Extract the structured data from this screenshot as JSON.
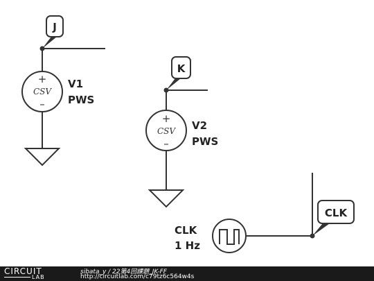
{
  "schematic": {
    "tags": {
      "j": "J",
      "k": "K",
      "clk": "CLK"
    },
    "sources": {
      "v1": {
        "name": "V1",
        "type": "PWS",
        "body_label": "CSV"
      },
      "v2": {
        "name": "V2",
        "type": "PWS",
        "body_label": "CSV"
      },
      "clk": {
        "name": "CLK",
        "value": "1 Hz"
      }
    }
  },
  "footer": {
    "logo_top": "CIRCUIT",
    "logo_bottom": "LAB",
    "author_title": "sibata_y / 22第4回課題_JK-FF",
    "url": "http://circuitlab.com/c79tz6c564w4s"
  }
}
